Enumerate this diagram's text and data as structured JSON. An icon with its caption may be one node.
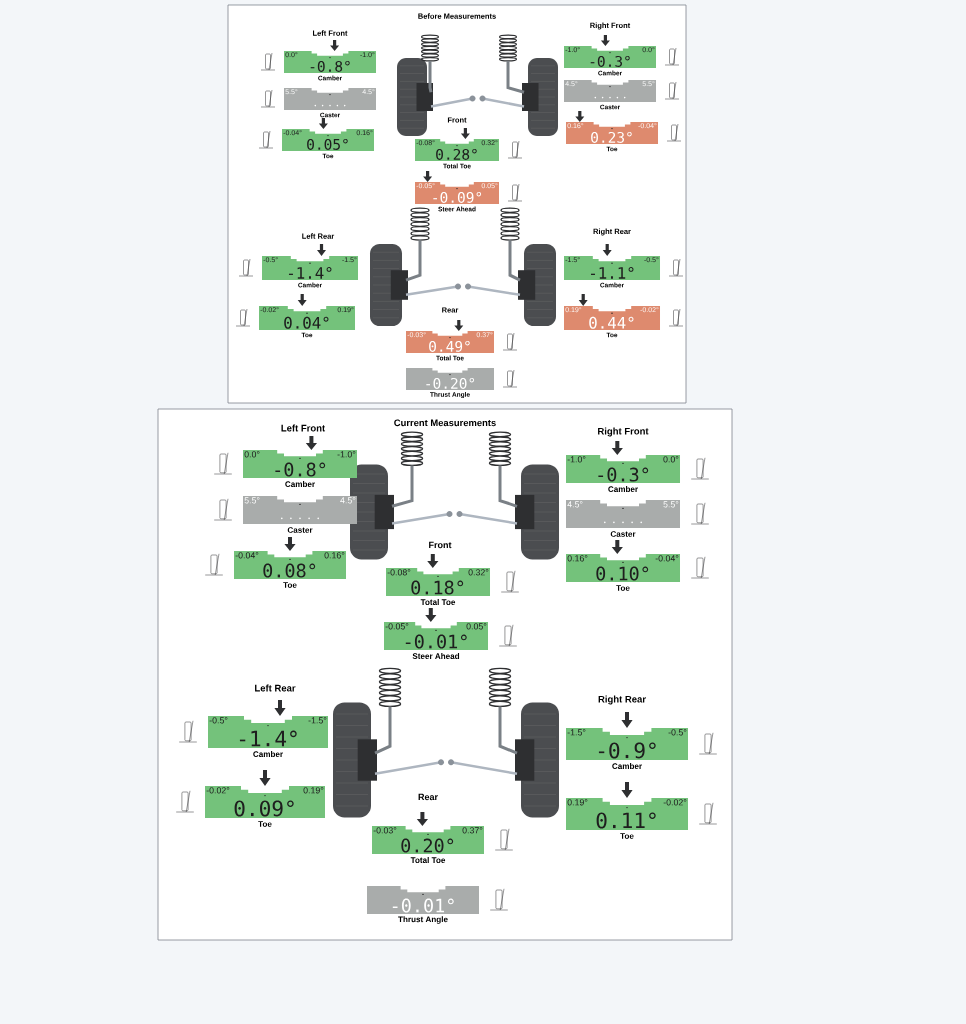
{
  "diagram": {
    "nodes": [
      {
        "text": [
          "Before Measurements"
        ]
      },
      {
        "text": [
          "0.0°",
          "-1.0°",
          "-0.8°",
          "Camber"
        ],
        "in": 0
      },
      {
        "text": [
          "5.5°",
          "4.5°",
          "Caster"
        ],
        "in": 0
      },
      {
        "text": [
          "-0.04°",
          "0.16°",
          "0.05°",
          "Toe"
        ],
        "in": 0
      },
      {
        "text": [
          "-1.0°",
          "0.0°",
          "-0.3°",
          "Camber"
        ],
        "in": 0
      },
      {
        "text": [
          "4.5°",
          "5.5°",
          "Caster"
        ],
        "in": 0
      },
      {
        "text": [
          "0.16°",
          "-0.04°",
          "0.23°",
          "Toe"
        ],
        "in": 0
      },
      {
        "text": [
          "-0.08°",
          "0.32°",
          "0.28°",
          "Total Toe"
        ],
        "in": 0
      },
      {
        "text": [
          "-0.05°",
          "0.05°",
          "-0.09°",
          "Steer Ahead"
        ],
        "in": 0
      },
      {
        "text": [
          "-0.5°",
          "-1.5°",
          "-1.4°",
          "Camber"
        ],
        "in": 0
      },
      {
        "text": [
          "-0.02°",
          "0.19°",
          "0.04°",
          "Toe"
        ],
        "in": 0
      },
      {
        "text": [
          "-1.5°",
          "-0.5°",
          "-1.1°",
          "Camber"
        ],
        "in": 0
      },
      {
        "text": [
          "0.19°",
          "-0.02°",
          "0.44°",
          "Toe"
        ],
        "in": 0
      },
      {
        "text": [
          "-0.03°",
          "0.37°",
          "0.49°",
          "Total Toe"
        ],
        "in": 0
      },
      {
        "text": [
          "-0.20°",
          "Thrust Angle"
        ],
        "in": 0
      },
      {
        "text": [
          "Current Measurements"
        ]
      },
      {
        "text": [
          "0.0°",
          "-1.0°",
          "-0.8°",
          "Camber"
        ],
        "in": 15
      },
      {
        "text": [
          "5.5°",
          "4.5°",
          "Caster"
        ],
        "in": 15
      },
      {
        "text": [
          "-0.04°",
          "0.16°",
          "0.08°",
          "Toe"
        ],
        "in": 15
      },
      {
        "text": [
          "-1.0°",
          "0.0°",
          "-0.3°",
          "Camber"
        ],
        "in": 15
      },
      {
        "text": [
          "4.5°",
          "5.5°",
          "Caster"
        ],
        "in": 15
      },
      {
        "text": [
          "0.16°",
          "-0.04°",
          "0.10°",
          "Toe"
        ],
        "in": 15
      },
      {
        "text": [
          "-0.08°",
          "0.32°",
          "0.18°",
          "Total Toe"
        ],
        "in": 15
      },
      {
        "text": [
          "-0.05°",
          "0.05°",
          "-0.01°",
          "Steer Ahead"
        ],
        "in": 15
      },
      {
        "text": [
          "-0.5°",
          "-1.5°",
          "-1.4°",
          "Camber"
        ],
        "in": 15
      },
      {
        "text": [
          "-0.02°",
          "0.19°",
          "0.09°",
          "Toe"
        ],
        "in": 15
      },
      {
        "text": [
          "-1.5°",
          "-0.5°",
          "-0.9°",
          "Camber"
        ],
        "in": 15
      },
      {
        "text": [
          "0.19°",
          "-0.02°",
          "0.11°",
          "Toe"
        ],
        "in": 15
      },
      {
        "text": [
          "-0.03°",
          "0.37°",
          "0.20°",
          "Total Toe"
        ],
        "in": 15
      },
      {
        "text": [
          "-0.01°",
          "Thrust Angle"
        ],
        "in": 15
      }
    ],
    "labels": [
      "Left Front",
      "Right Front",
      "Front",
      "Left Rear",
      "Right Rear",
      "Rear",
      "Left Front",
      "Right Front",
      "Front",
      "Left Rear",
      "Right Rear",
      "Rear"
    ]
  }
}
